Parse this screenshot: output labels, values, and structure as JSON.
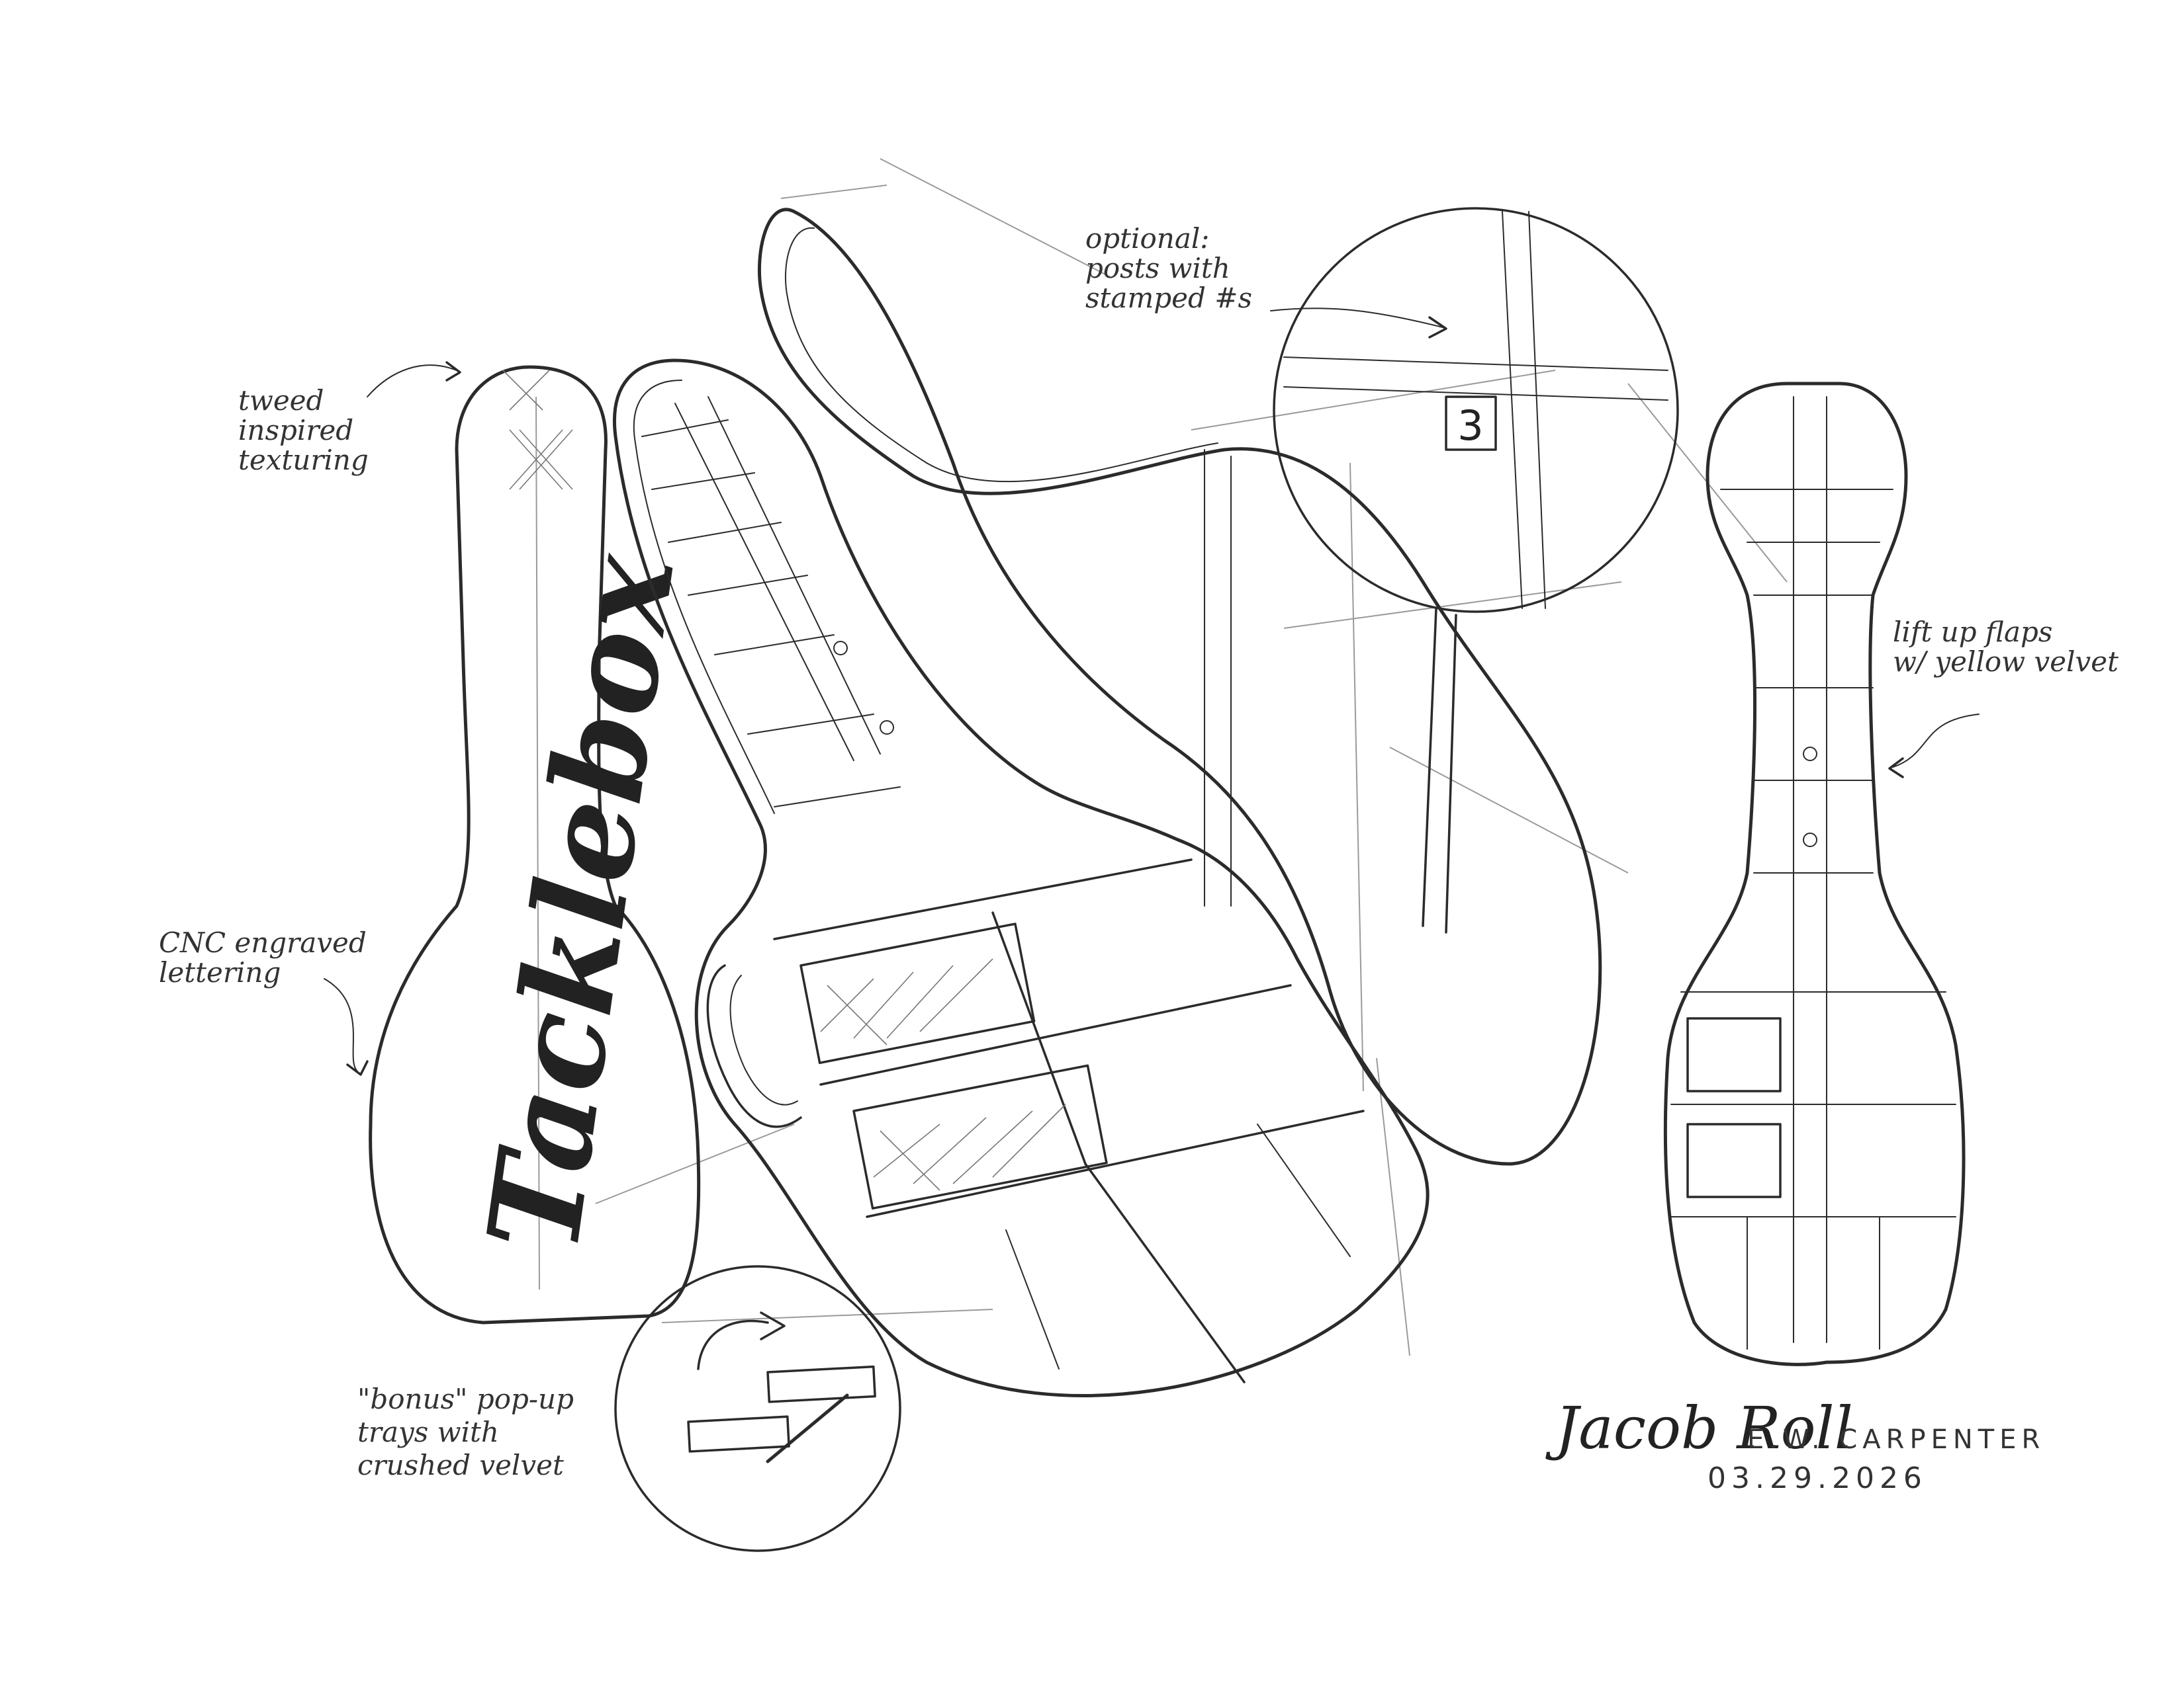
{
  "notes": {
    "tweed": [
      "tweed",
      "inspired",
      "texturing"
    ],
    "cnc": [
      "CNC engraved",
      "lettering"
    ],
    "optional": [
      "optional:",
      "posts with",
      "stamped #s"
    ],
    "lift": [
      "lift up flaps",
      "w/ yellow velvet"
    ],
    "bonus": [
      "\"bonus\" pop-up",
      "trays with",
      "crushed velvet"
    ]
  },
  "lid_engraving": "Tacklebox",
  "post_number": "3",
  "signature": {
    "name": "Jacob Roll",
    "company": "E.W. CARPENTER",
    "date": "03.29.2026"
  },
  "colors": {
    "ink": "#2b2b2b",
    "paper": "#ffffff"
  }
}
